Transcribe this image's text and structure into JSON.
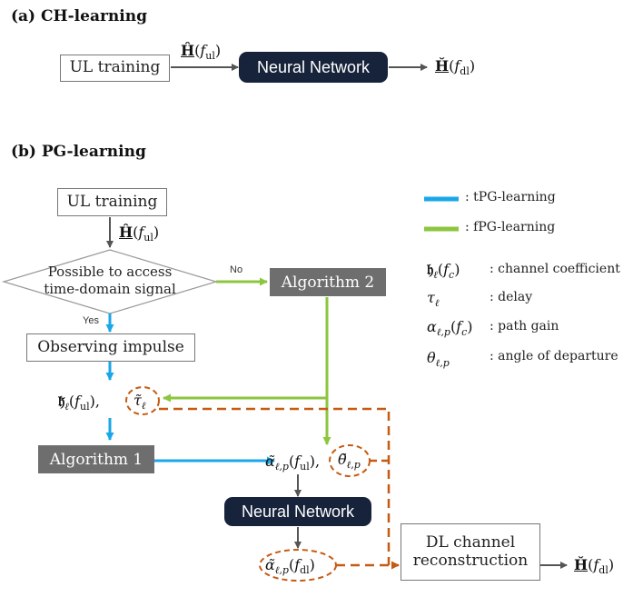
{
  "section_a": {
    "title": "(a) CH-learning",
    "ul_training": "UL training",
    "input_label": "Ĥ(f_ul)",
    "nn": "Neural Network",
    "output_label": "Ȟ(f_dl)"
  },
  "section_b": {
    "title": "(b) PG-learning",
    "ul_training": "UL training",
    "ul_output_label": "Ĥ(f_ul)",
    "decision_line1": "Possible to access",
    "decision_line2": "time-domain signal",
    "no_label": "No",
    "yes_label": "Yes",
    "algorithm2": "Algorithm 2",
    "observing": "Observing impulse",
    "h_tilde": "𝔥̃_ℓ(f_ul),",
    "tau_tilde": "τ̃_ℓ",
    "algorithm1": "Algorithm 1",
    "alpha_tilde": "α̃_ℓ,p(f_ul),",
    "theta_tilde": "θ̃_ℓ,p",
    "nn": "Neural Network",
    "alpha_dl": "α̃_ℓ,p(f_dl)",
    "dl_line1": "DL channel",
    "dl_line2": "reconstruction",
    "dl_output": "Ȟ(f_dl)"
  },
  "legend": {
    "tpg": ": tPG-learning",
    "fpg": ": fPG-learning",
    "items": [
      {
        "symbol": "𝔥_ℓ(f_c)",
        "desc": ": channel coefficient"
      },
      {
        "symbol": "τ_ℓ",
        "desc": ": delay"
      },
      {
        "symbol": "α_ℓ,p(f_c)",
        "desc": ": path gain"
      },
      {
        "symbol": "θ_ℓ,p",
        "desc": ": angle of departure"
      }
    ]
  },
  "colors": {
    "blue": "#1aa7e8",
    "green": "#8cc63f",
    "orange": "#c55a11",
    "gray_arrow": "#555555",
    "nn_bg": "#17233a",
    "algo_bg": "#6e6e6e"
  }
}
